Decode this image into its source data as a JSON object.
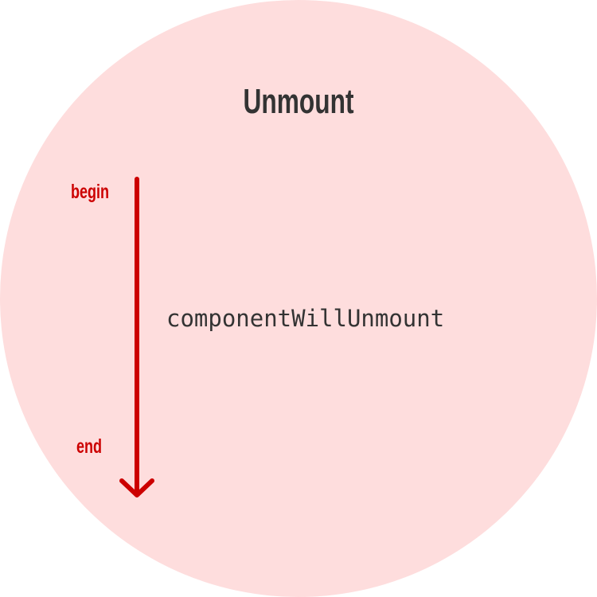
{
  "diagram": {
    "title": "Unmount",
    "begin_label": "begin",
    "end_label": "end",
    "method": "componentWillUnmount",
    "colors": {
      "background_circle": "#fedddd",
      "arrow": "#cc0000",
      "title_text": "#333333"
    },
    "icons": [
      "down-arrow-icon"
    ]
  }
}
